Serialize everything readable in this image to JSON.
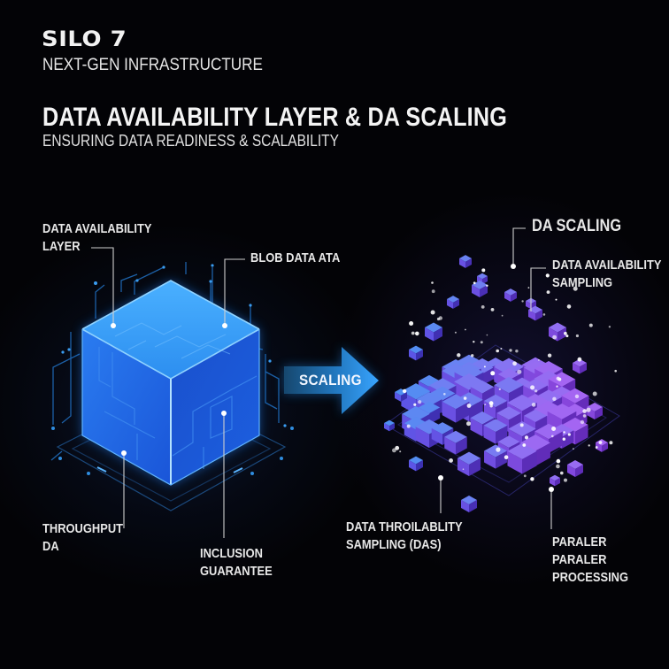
{
  "header": {
    "brand": "SILO 7",
    "tagline": "NEXT-GEN INFRASTRUCTURE",
    "title": "DATA AVAILABILITY LAYER & DA SCALING",
    "subtitle": "ENSURING DATA READINESS & SCALABILITY"
  },
  "left_diagram": {
    "name": "Data availability layer cube",
    "labels": {
      "top_left": [
        "DATA AVAILABILITY",
        "LAYER"
      ],
      "top_right": [
        "BLOB DATA ATA"
      ],
      "bottom_left": [
        "THROUGHPUT",
        "DA"
      ],
      "bottom_right": [
        "INCLUSION",
        "GUARANTEE"
      ]
    },
    "colors": {
      "cube_top": "#3aa0f5",
      "cube_left": "#1d5fe0",
      "cube_right": "#1447c4",
      "edge": "#7cc8ff",
      "circuit": "#2a78c8"
    }
  },
  "transition": {
    "arrow_label": "SCALING",
    "arrow_color": "#2a8ee0",
    "icon": "right-arrow-icon"
  },
  "right_diagram": {
    "name": "DA scaling cube cluster",
    "labels": {
      "top": [
        "DA SCALING"
      ],
      "top_right": [
        "DATA AVAILABILITY",
        "SAMPLING"
      ],
      "bottom_left": [
        "DATA THROILABLITY",
        "SAMPLING (DAS)"
      ],
      "bottom_right": [
        "PARALER",
        "PARALER",
        "PROCESSING"
      ]
    },
    "colors": {
      "blue_top": "#4f8ff2",
      "blue_left": "#5a56e6",
      "blue_right": "#3a31b2",
      "purple_top": "#a465f2",
      "purple_left": "#8746dc",
      "purple_right": "#652cba",
      "spark": "#ffffff"
    }
  }
}
